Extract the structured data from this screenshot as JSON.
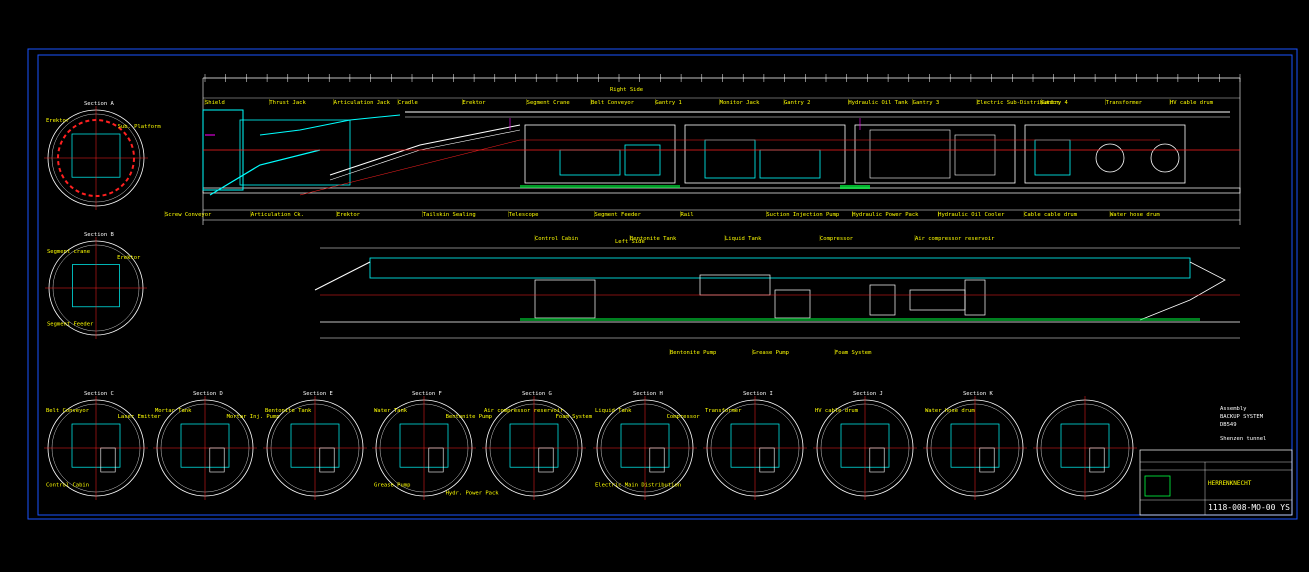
{
  "views": {
    "right_side": {
      "title": "Right Side"
    },
    "left_side": {
      "title": "Left Side"
    }
  },
  "side_view_top_labels": [
    "Shield",
    "Thrust Jack",
    "Articulation Jack",
    "Cradle",
    "Erektor",
    "Segment Crane",
    "Belt Conveyor",
    "Gantry 1",
    "Monitor Jack",
    "Gantry 2",
    "Hydraulic Oil Tank",
    "Gantry 3",
    "Electric Sub-Distribution",
    "Gantry 4",
    "Transformer",
    "HV cable drum"
  ],
  "side_view_bottom_labels": [
    "Screw Conveyor",
    "Articulation Ck.",
    "Erektor",
    "Tailskin Sealing",
    "Telescope",
    "Segment Feeder",
    "Rail",
    "Suction Injection Pump",
    "Hydraulic Power Pack",
    "Hydraulic Oil Cooler",
    "Cable cable drum",
    "Water hose drum"
  ],
  "left_view_top_labels": [
    "Control Cabin",
    "Bentonite Tank",
    "Liquid Tank",
    "Compressor",
    "Air compressor reservoir"
  ],
  "left_view_bottom_labels": [
    "Bentonite Pump",
    "Grease Pump",
    "Foam System"
  ],
  "sections": [
    {
      "title": "Section A",
      "callouts": [
        "Erektor",
        "Sub. Platform"
      ]
    },
    {
      "title": "Section B",
      "callouts": [
        "Segment crane",
        "Erektor",
        "Segment Feeder"
      ]
    },
    {
      "title": "Section C",
      "callouts": [
        "Belt Conveyor",
        "Laser Emitter",
        "Control Cabin"
      ]
    },
    {
      "title": "Section D",
      "callouts": [
        "Mortar Tank",
        "Mortar Inj. Pump"
      ]
    },
    {
      "title": "Section E",
      "callouts": [
        "Bentonite Tank"
      ]
    },
    {
      "title": "Section F",
      "callouts": [
        "Water Tank",
        "Bentonite Pump",
        "Grease Pump",
        "Hydr. Power Pack"
      ]
    },
    {
      "title": "Section G",
      "callouts": [
        "Air compressor reservoir",
        "Foam System"
      ]
    },
    {
      "title": "Section H",
      "callouts": [
        "Liquid Tank",
        "Compressor",
        "Electric Main Distribution"
      ]
    },
    {
      "title": "Section I",
      "callouts": [
        "Transformer"
      ]
    },
    {
      "title": "Section J",
      "callouts": [
        "HV cable drum"
      ]
    },
    {
      "title": "Section K",
      "callouts": [
        "Water hose drum"
      ]
    },
    {
      "title": "",
      "callouts": []
    }
  ],
  "title_block": {
    "title_1": "Assembly",
    "title_2": "BACKUP SYSTEM",
    "code": "DB549",
    "project": "Shenzen tunnel",
    "company": "HERRENKNECHT",
    "drawing_no": "1118-008-MO-00 YS"
  },
  "colors": {
    "background": "#000000",
    "frame": "#1a55ff",
    "machine": "#00ffff",
    "structure": "#ffffff",
    "centerline": "#ff2020",
    "labels": "#ffff00",
    "green": "#00ff40",
    "magenta": "#ff00ff"
  }
}
